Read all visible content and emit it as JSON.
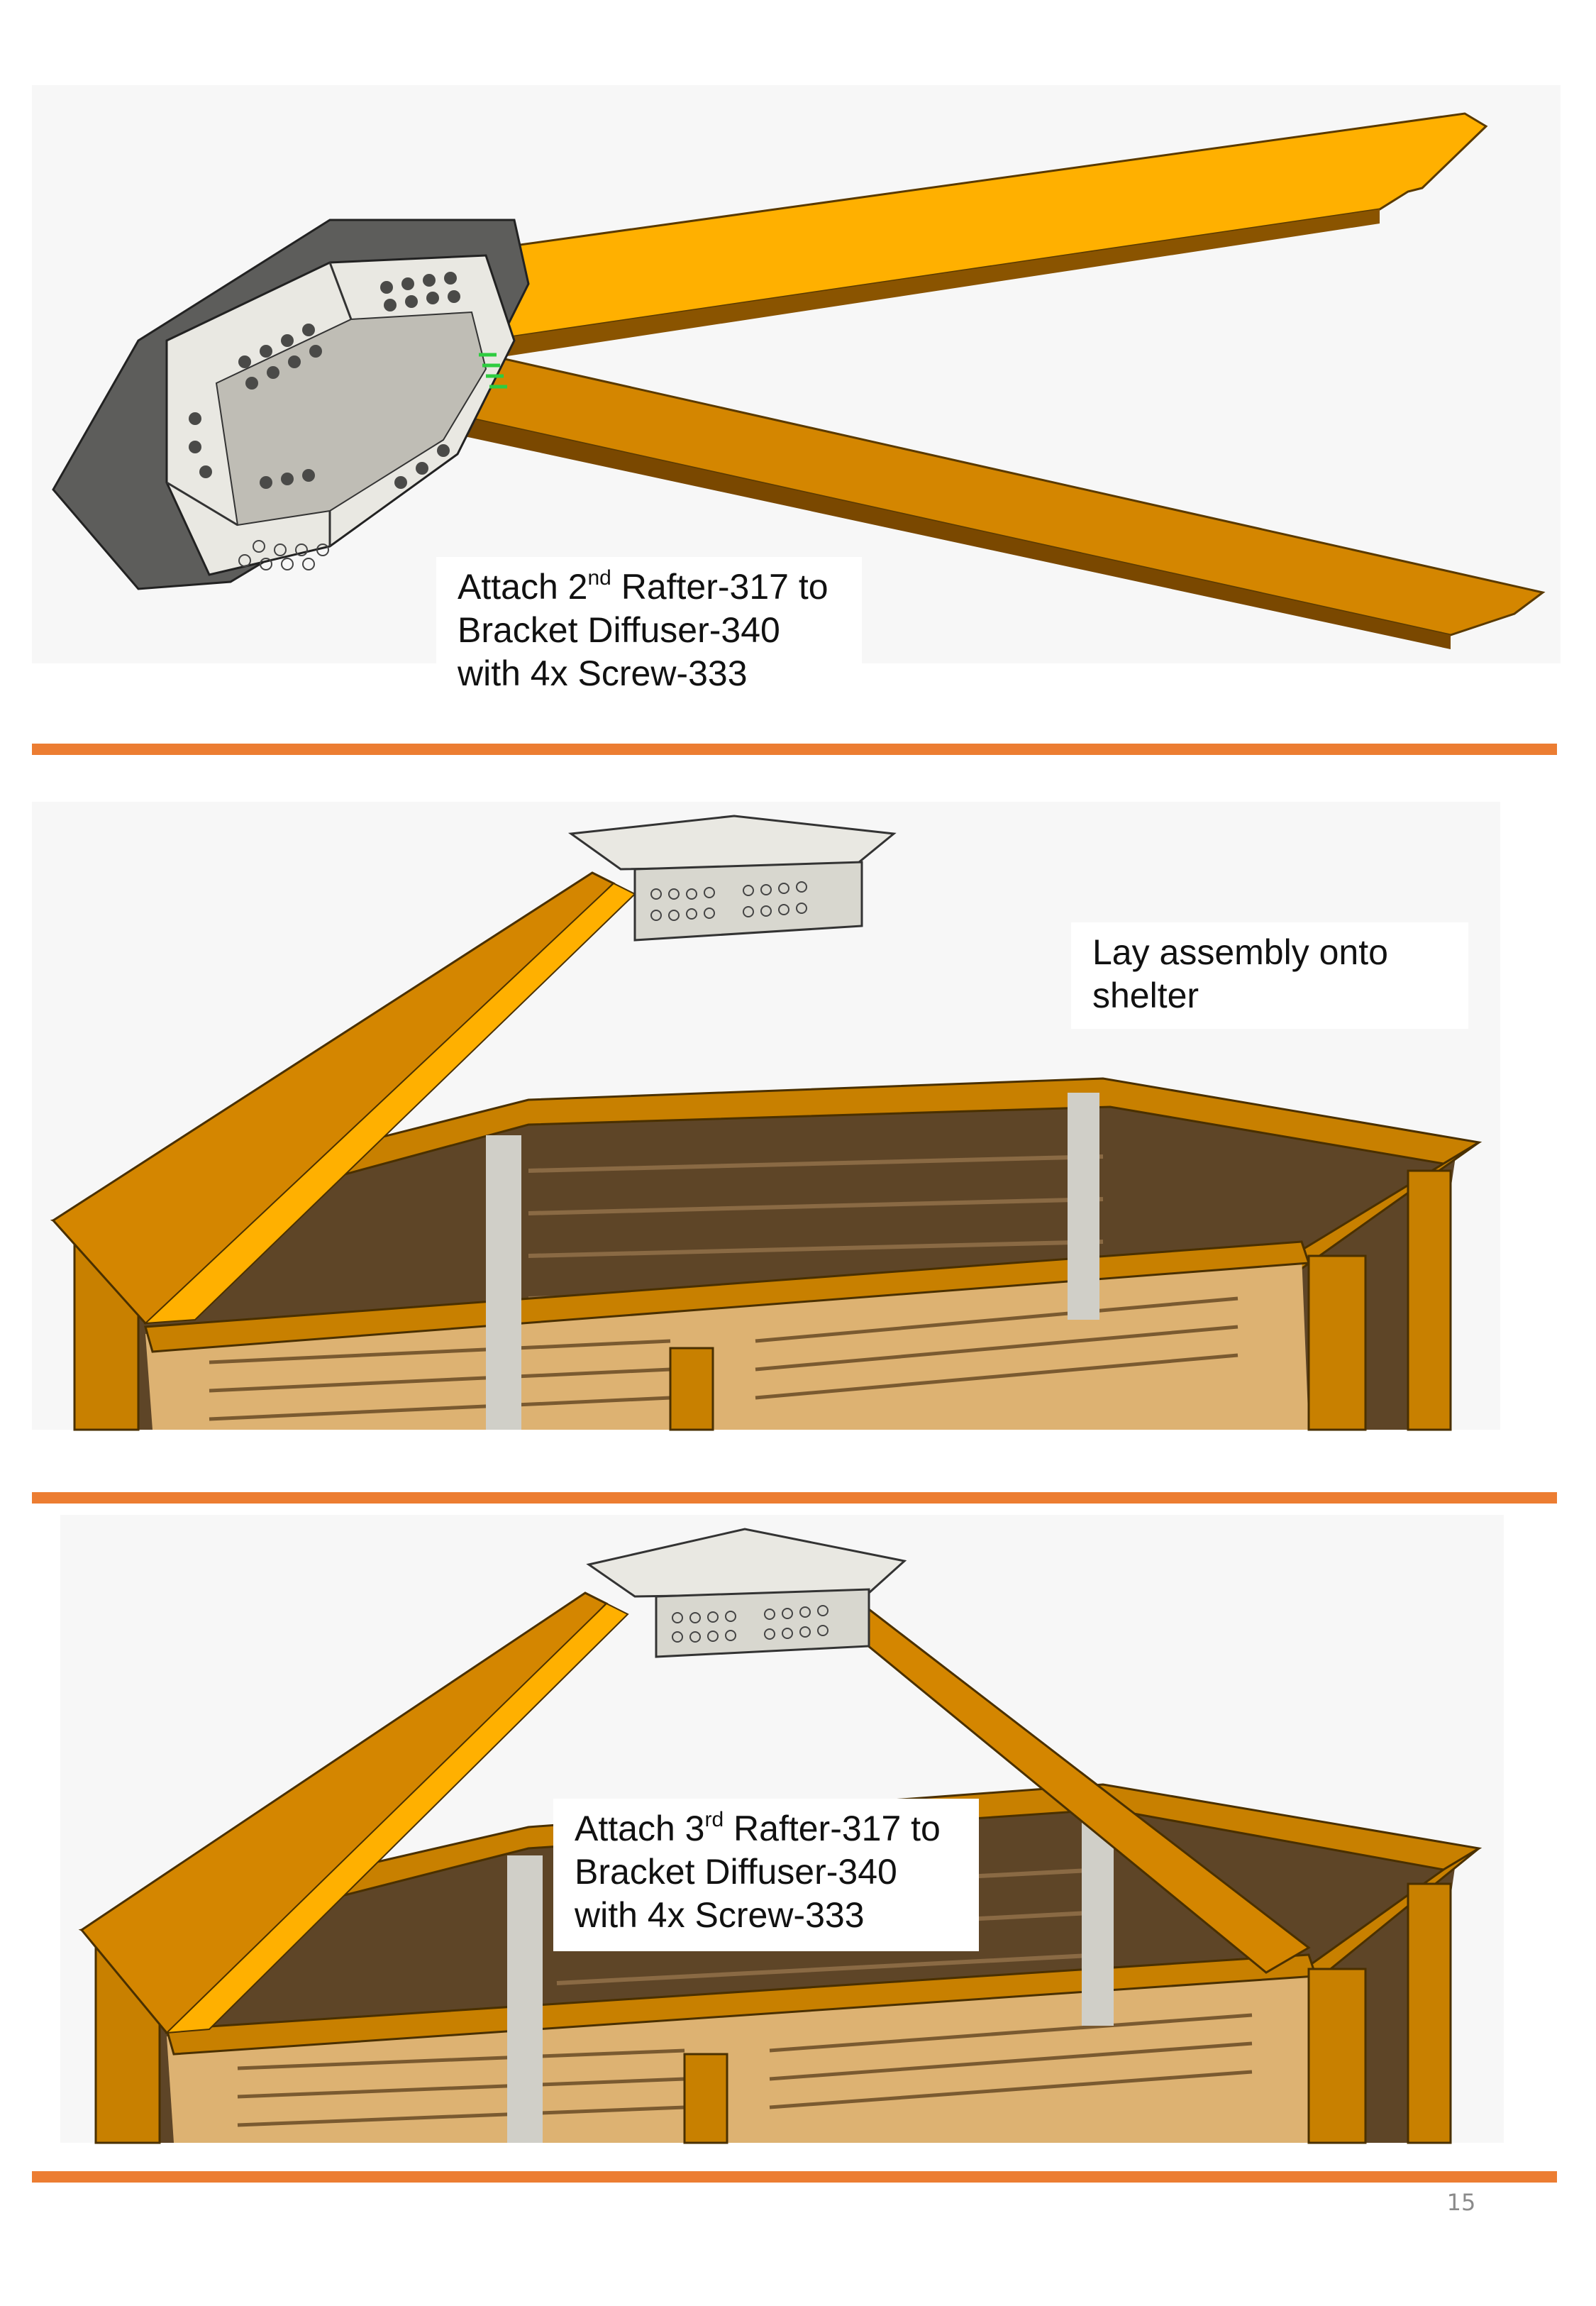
{
  "colors": {
    "divider": "#ec7d32",
    "rafter_light": "#ffb000",
    "rafter_mid": "#d48600",
    "rafter_dark": "#8a5400",
    "slat_dark": "#5e4527",
    "slat_light": "#ddb272",
    "metal_light": "#e9e8e2",
    "metal_dark": "#5a5a58"
  },
  "steps": [
    {
      "pre": "Attach 2",
      "sup": "nd",
      "post": " Rafter-317 to",
      "line2": "Bracket Diffuser-340",
      "line3": "with 4x Screw-333"
    },
    {
      "line1": "Lay assembly onto",
      "line2": "shelter"
    },
    {
      "pre": "Attach 3",
      "sup": "rd",
      "post": " Rafter-317 to",
      "line2": "Bracket Diffuser-340",
      "line3": "with 4x Screw-333"
    }
  ],
  "page_number": "15"
}
